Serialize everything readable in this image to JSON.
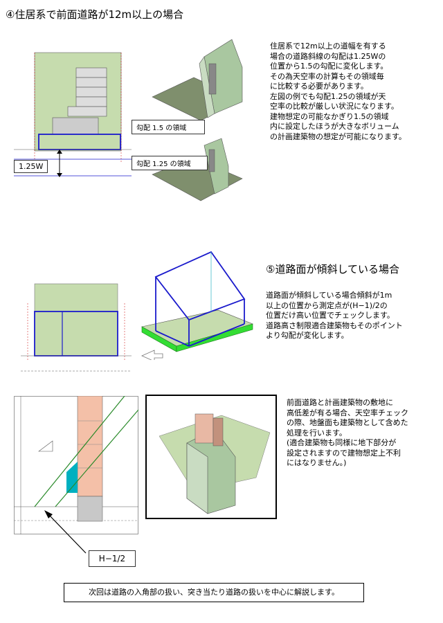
{
  "section4": {
    "title": "④住居系で前面道路が12m以上の場合",
    "lines": [
      "住居系で12m以上の道幅を有する",
      "場合の道路斜線の勾配は1.25Wの",
      "位置から1.5の勾配に変化します。",
      "その為天空率の計算もその領域毎",
      "に比較する必要があります。",
      "左図の例でも勾配1.25の領域が天",
      "空率の比較が厳しい状況になります。",
      "建物想定の可能なかぎり1.5の領域",
      "内に設定したほうが大きなボリューム",
      "の計画建築物の想定が可能になります。"
    ],
    "label_w": "1.25W",
    "label_15": "勾配 1.5 の領域",
    "label_125": "勾配 1.25 の領域"
  },
  "section5": {
    "title": "⑤道路面が傾斜している場合",
    "lines": [
      "道路面が傾斜している場合傾斜が1m",
      "以上の位置から測定点が(H−1)/2の",
      "位置だけ高い位置でチェックします。",
      "道路高さ制限適合建築物もそのポイント",
      "より勾配が変化します。"
    ]
  },
  "section6": {
    "lines": [
      "前面道路と計画建築物の敷地に",
      "高低差が有る場合、天空率チェック",
      "の際、地盤面も建築物として含めた",
      "処理を行います。",
      "(適合建築物も同様に地下部分が",
      "設定されますので建物想定上不利",
      "にはなりません。)"
    ],
    "label_h": "H−1/2"
  },
  "footer": {
    "text": "次回は道路の入角部の扱い、突き当たり道路の扱いを中心に解説します。"
  },
  "colors": {
    "site_green": "#c6dcae",
    "blue_outline": "#1a1acc",
    "bright_green": "#33dd33",
    "pink_building": "#f4c0a8",
    "cyan_fill": "#00b0c0"
  }
}
